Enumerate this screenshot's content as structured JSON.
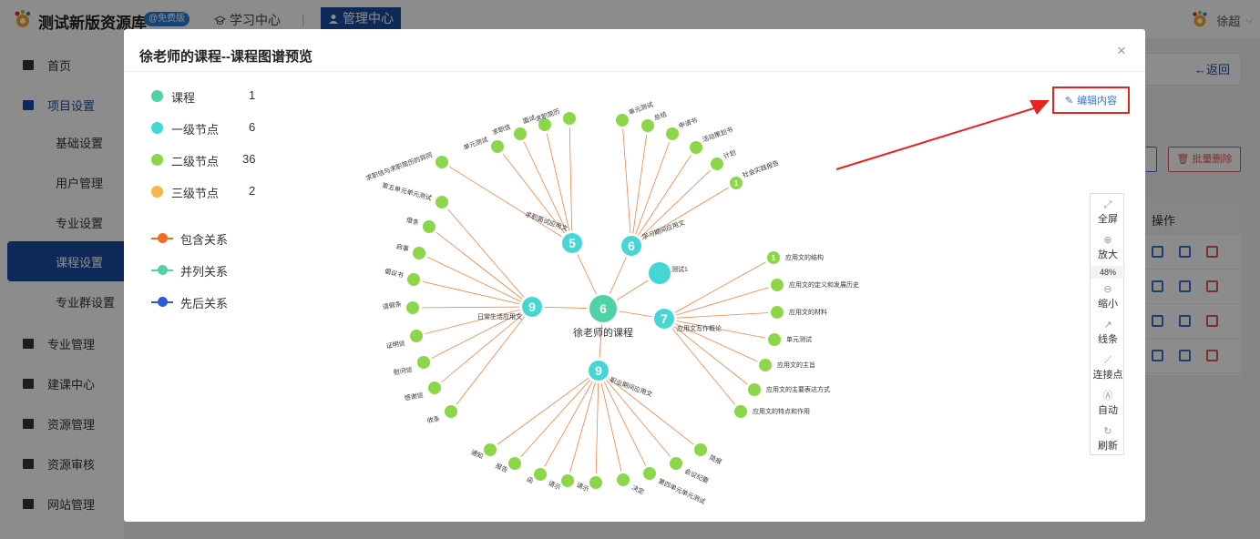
{
  "app": {
    "title": "测试新版资源库",
    "free_badge": "@免费版",
    "nav_learn": "学习中心",
    "nav_separator": "|",
    "nav_admin": "管理中心",
    "user_name": "徐超"
  },
  "sidebar": {
    "items": [
      {
        "label": "首页"
      },
      {
        "label": "项目设置"
      },
      {
        "label": "基础设置"
      },
      {
        "label": "用户管理"
      },
      {
        "label": "专业设置"
      },
      {
        "label": "课程设置"
      },
      {
        "label": "专业群设置"
      },
      {
        "label": "专业管理"
      },
      {
        "label": "建课中心"
      },
      {
        "label": "资源管理"
      },
      {
        "label": "资源审核"
      },
      {
        "label": "网站管理"
      }
    ]
  },
  "background": {
    "back_link": "←返回",
    "batch_delete": "批量删除",
    "table_header_ops": "操作"
  },
  "modal": {
    "title": "徐老师的课程--课程图谱预览",
    "close_icon": "×",
    "edit_button": "编辑内容",
    "legend": {
      "nodes": [
        {
          "label": "课程",
          "count": "1",
          "color": "#4fd3a6"
        },
        {
          "label": "一级节点",
          "count": "6",
          "color": "#47d6d6"
        },
        {
          "label": "二级节点",
          "count": "36",
          "color": "#8cd64a"
        },
        {
          "label": "三级节点",
          "count": "2",
          "color": "#f6b44e"
        }
      ],
      "relations": [
        {
          "label": "包含关系",
          "color": "#f26b21"
        },
        {
          "label": "并列关系",
          "color": "#4fd3a6"
        },
        {
          "label": "先后关系",
          "color": "#2f5bd9"
        }
      ]
    },
    "toolbar": {
      "fullscreen": "全屏",
      "zoom_in": "放大",
      "zoom_level": "48%",
      "zoom_out": "缩小",
      "lines": "线条",
      "connect": "连接点",
      "auto": "自动",
      "refresh": "刷新"
    },
    "graph": {
      "root": {
        "label": "徐老师的课程",
        "count": "6"
      },
      "level1": [
        {
          "label": "求职面试应用文",
          "count": "5"
        },
        {
          "label": "学习期间应用文",
          "count": "6"
        },
        {
          "label": "测试1",
          "count": ""
        },
        {
          "label": "应用文写作概论",
          "count": "7"
        },
        {
          "label": "职业期间应用文",
          "count": "9"
        },
        {
          "label": "日常生活应用文",
          "count": "9"
        }
      ],
      "n5_children": [
        "求职信与求职简历的异同",
        "单元测试",
        "求职信",
        "面试",
        "求职简历"
      ],
      "n6_children": [
        "单元测试",
        "总结",
        "申请书",
        "活动策划书",
        "计划",
        "社会实践报告"
      ],
      "n7_children": [
        "应用文的结构",
        "应用文的定义和发展历史",
        "应用文的材料",
        "单元测试",
        "应用文的主旨",
        "应用文的主要表达方式",
        "应用文的特点和作用"
      ],
      "n9b_children": [
        "通知",
        "报告",
        "函",
        "请示",
        "请示",
        "决定",
        "第四单元单元测试",
        "会议纪要",
        "简报"
      ],
      "n9l_children": [
        "第五单元单元测试",
        "借条",
        "启事",
        "倡议书",
        "请假条",
        "证明信",
        "慰问信",
        "感谢信",
        "收条"
      ],
      "small_counts": {
        "society_report": "1",
        "structure": "1"
      }
    }
  }
}
